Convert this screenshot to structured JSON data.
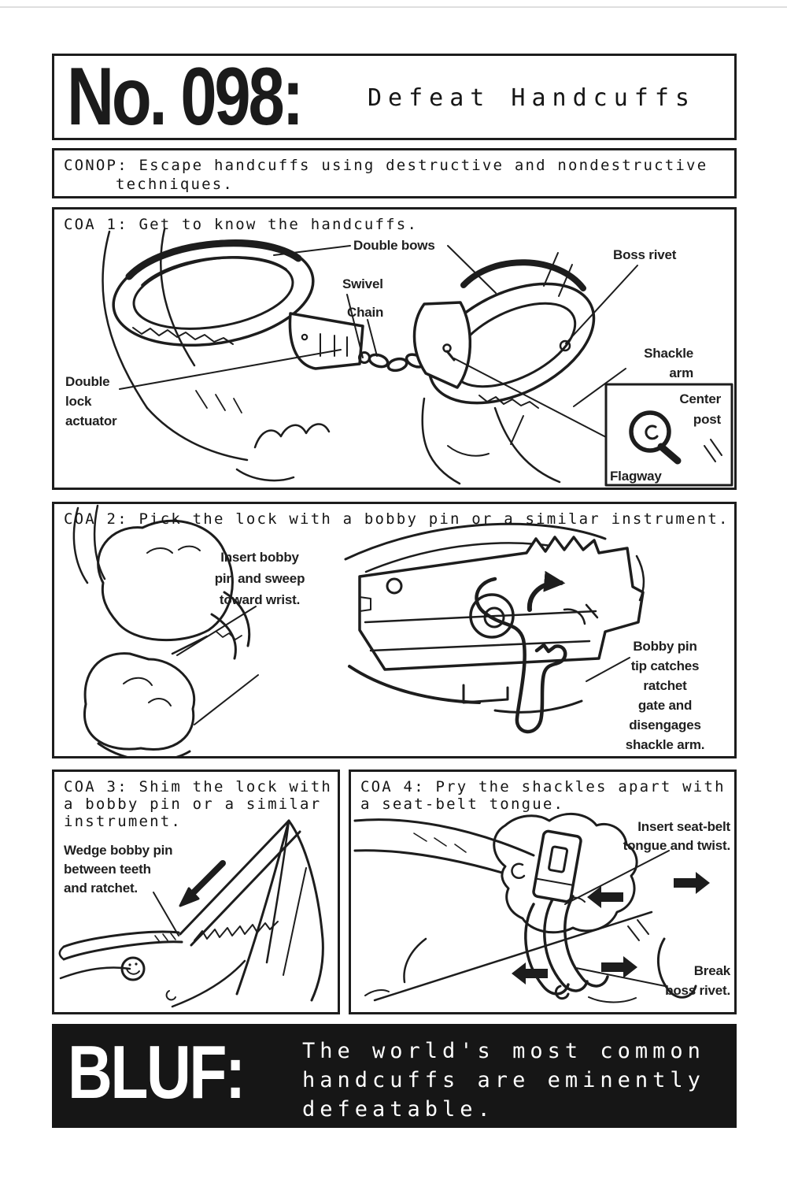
{
  "ink": "#1d1d1d",
  "paper": "#ffffff",
  "header": {
    "number": "No. 098:",
    "title": "Defeat Handcuffs"
  },
  "conop": {
    "lines": [
      "CONOP: Escape handcuffs using destructive and nondestructive",
      "techniques."
    ]
  },
  "coa1": {
    "heading": "COA 1: Get to know the handcuffs.",
    "labels": {
      "double_bows": "Double bows",
      "boss_rivet": "Boss rivet",
      "swivel": "Swivel",
      "chain": "Chain",
      "shackle_arm": [
        "Shackle",
        "arm"
      ],
      "double_lock_actuator": [
        "Double",
        "lock",
        "actuator"
      ],
      "center_post": [
        "Center",
        "post"
      ],
      "flagway": "Flagway"
    }
  },
  "coa2": {
    "heading": "COA 2: Pick the lock with a bobby pin or a similar instrument.",
    "labels": {
      "insert_bobby_pin": [
        "Insert bobby",
        "pin and sweep",
        "toward wrist."
      ],
      "bobby_pin_tip": [
        "Bobby pin",
        "tip catches",
        "ratchet",
        "gate and",
        "disengages",
        "shackle arm."
      ]
    }
  },
  "coa3": {
    "heading": [
      "COA 3: Shim the lock with",
      "a bobby pin or a similar",
      "instrument."
    ],
    "labels": {
      "wedge": [
        "Wedge bobby pin",
        "between teeth",
        "and ratchet."
      ]
    }
  },
  "coa4": {
    "heading": [
      "COA 4: Pry the shackles apart with",
      "a seat-belt tongue."
    ],
    "labels": {
      "insert_tongue": [
        "Insert seat-belt",
        "tongue and twist."
      ],
      "break_rivet": [
        "Break",
        "boss rivet."
      ]
    }
  },
  "bluf": {
    "label": "BLUF:",
    "lines": [
      "The world's most common",
      "handcuffs are eminently",
      "defeatable."
    ]
  }
}
